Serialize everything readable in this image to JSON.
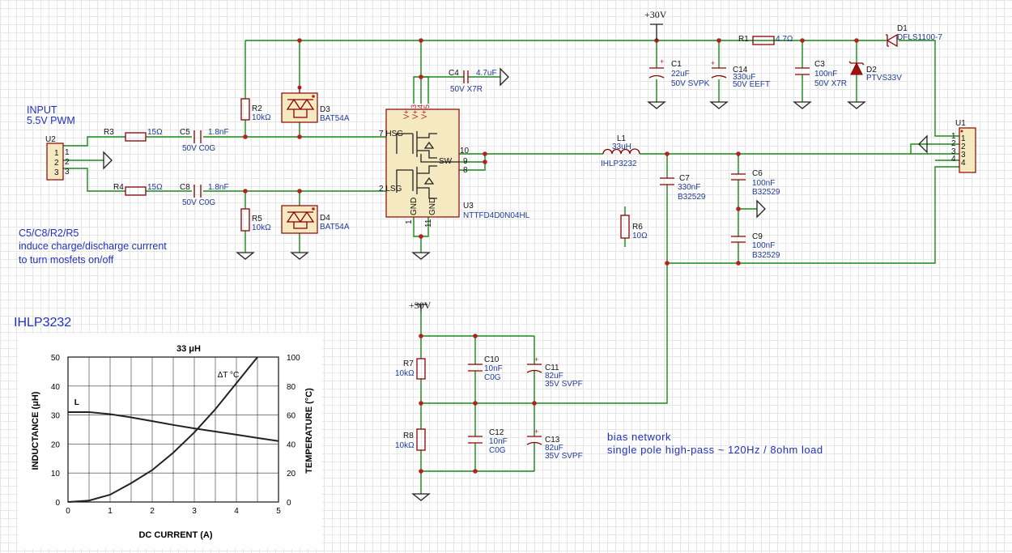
{
  "rails": {
    "top": "+30V",
    "bias": "+30V"
  },
  "notes": {
    "input_line1": "INPUT",
    "input_line2": "5.5V PWM",
    "desc_line1": "C5/C8/R2/R5",
    "desc_line2": "induce charge/discharge currrent",
    "desc_line3": "to turn mosfets on/off",
    "graph_title": "IHLP3232",
    "bias_line1": "bias network",
    "bias_line2": "single pole high-pass ~ 120Hz / 8ohm load"
  },
  "components": {
    "U2": {
      "ref": "U2",
      "pins": [
        "1",
        "2",
        "3"
      ]
    },
    "R3": {
      "ref": "R3",
      "value": "15Ω"
    },
    "R4": {
      "ref": "R4",
      "value": "15Ω"
    },
    "C5": {
      "ref": "C5",
      "value": "1.8nF",
      "value2": "50V C0G"
    },
    "C8": {
      "ref": "C8",
      "value": "1.8nF",
      "value2": "50V C0G"
    },
    "R2": {
      "ref": "R2",
      "value": "10kΩ"
    },
    "R5": {
      "ref": "R5",
      "value": "10kΩ"
    },
    "D3": {
      "ref": "D3",
      "value": "BAT54A"
    },
    "D4": {
      "ref": "D4",
      "value": "BAT54A"
    },
    "U3": {
      "ref": "U3",
      "value": "NTTFD4D0N04HL",
      "pin_hsg": "7 HSG",
      "pin_lsg": "2 LSG",
      "pin_sw": "SW",
      "pin_10": "10",
      "pin_9": "9",
      "pin_8": "8",
      "pin_gnd1": "GND",
      "pin_gnd2": "GND",
      "pin_1": "1",
      "pin_11": "11",
      "pin_v1": "V+",
      "pin_v2": "V+",
      "pin_v3": "V+",
      "pin_3": "3",
      "pin_4": "4",
      "pin_5": "5"
    },
    "C4": {
      "ref": "C4",
      "value": "4.7uF",
      "value2": "50V X7R"
    },
    "C1": {
      "ref": "C1",
      "value": "22uF",
      "value2": "50V SVPK"
    },
    "C14": {
      "ref": "C14",
      "value": "330uF",
      "value2": "50V EEFT"
    },
    "R1": {
      "ref": "R1",
      "value": "4.7Ω"
    },
    "C3": {
      "ref": "C3",
      "value": "100nF",
      "value2": "50V X7R"
    },
    "D2": {
      "ref": "D2",
      "value": "PTVS33V"
    },
    "D1": {
      "ref": "D1",
      "value": "DFLS1100-7"
    },
    "L1": {
      "ref": "L1",
      "value": "33uH",
      "value2": "IHLP3232"
    },
    "C7": {
      "ref": "C7",
      "value": "330nF",
      "value2": "B32529"
    },
    "C6": {
      "ref": "C6",
      "value": "100nF",
      "value2": "B32529"
    },
    "C9": {
      "ref": "C9",
      "value": "100nF",
      "value2": "B32529"
    },
    "R6": {
      "ref": "R6",
      "value": "10Ω"
    },
    "U1": {
      "ref": "U1",
      "pins": [
        "1",
        "2",
        "3",
        "4"
      ]
    },
    "R7": {
      "ref": "R7",
      "value": "10kΩ"
    },
    "R8": {
      "ref": "R8",
      "value": "10kΩ"
    },
    "C10": {
      "ref": "C10",
      "value": "10nF",
      "value2": "C0G"
    },
    "C12": {
      "ref": "C12",
      "value": "10nF",
      "value2": "C0G"
    },
    "C11": {
      "ref": "C11",
      "value": "82uF",
      "value2": "35V SVPF"
    },
    "C13": {
      "ref": "C13",
      "value": "82uF",
      "value2": "35V SVPF"
    }
  },
  "chart_data": {
    "type": "line",
    "title": "33 μH",
    "xlabel": "DC CURRENT (A)",
    "ylabel": "INDUCTANCE (μH)",
    "y2label": "TEMPERATURE (°C)",
    "xlim": [
      0,
      5
    ],
    "ylim": [
      0,
      50
    ],
    "y2lim": [
      0,
      100
    ],
    "xticks": [
      "0",
      "1",
      "2",
      "3",
      "4",
      "5"
    ],
    "yticks": [
      "0",
      "10",
      "20",
      "30",
      "40",
      "50"
    ],
    "y2ticks": [
      "0",
      "20",
      "40",
      "60",
      "80",
      "100"
    ],
    "grid": true,
    "series": [
      {
        "name": "L",
        "axis": "left",
        "x": [
          0,
          0.5,
          1,
          1.5,
          2,
          2.5,
          3,
          3.5,
          4,
          4.5,
          5
        ],
        "values": [
          31,
          31,
          30.3,
          29.2,
          27.9,
          26.6,
          25.4,
          24.3,
          23.2,
          22.1,
          21
        ]
      },
      {
        "name": "ΔT °C",
        "axis": "right",
        "x": [
          0,
          0.5,
          1,
          1.5,
          2,
          2.5,
          3,
          3.5,
          4,
          4.5
        ],
        "values": [
          0,
          1,
          5,
          13,
          22,
          34,
          48,
          64,
          82,
          100
        ]
      }
    ]
  }
}
